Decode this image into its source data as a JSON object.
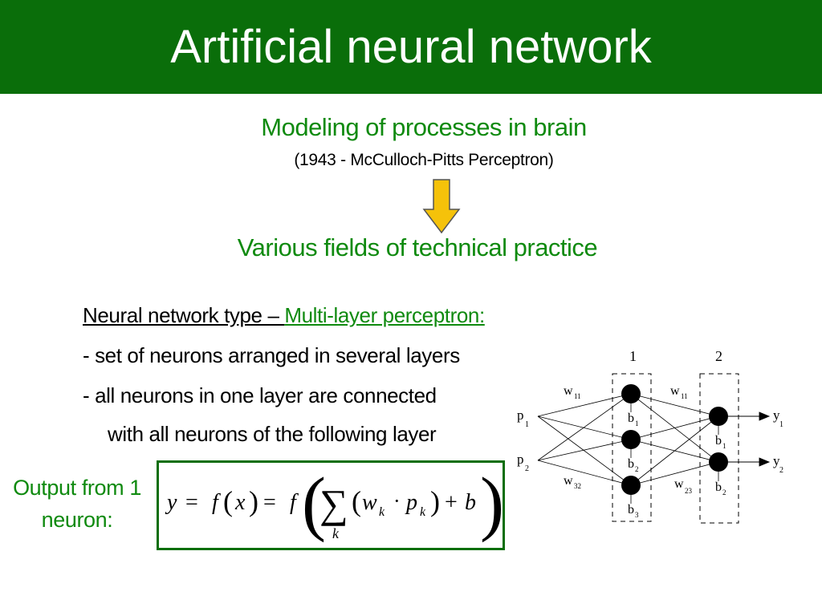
{
  "header": {
    "title": "Artificial neural network"
  },
  "intro": {
    "heading": "Modeling of processes in brain",
    "caption": "(1943 - McCulloch-Pitts Perceptron)",
    "result": "Various fields of technical practice"
  },
  "colors": {
    "title_bar": "#0a6e0a",
    "accent_green": "#0f8a0f",
    "arrow_fill": "#f5c20a"
  },
  "network_type": {
    "label": "Neural network type – ",
    "value": "Multi-layer perceptron:"
  },
  "bullets": [
    "- set of neurons arranged in several layers",
    "- all neurons in one layer are connected",
    "with all neurons of the following layer"
  ],
  "output_label": [
    "Output from 1",
    "neuron:"
  ],
  "formula": {
    "y": "y",
    "eq1": "=",
    "f1": "f",
    "x": "x",
    "eq2": "=",
    "f2": "f",
    "sum": "∑",
    "sum_index": "k",
    "w": "w",
    "w_sub": "k",
    "dot": "·",
    "p": "p",
    "p_sub": "k",
    "plus": "+",
    "b": "b"
  },
  "diagram": {
    "layer_labels": [
      "1",
      "2"
    ],
    "inputs": [
      {
        "main": "p",
        "sub": "1"
      },
      {
        "main": "p",
        "sub": "2"
      }
    ],
    "outputs": [
      {
        "main": "y",
        "sub": "1"
      },
      {
        "main": "y",
        "sub": "2"
      }
    ],
    "weights": [
      {
        "main": "w",
        "sub": "11"
      },
      {
        "main": "w",
        "sub": "32"
      },
      {
        "main": "w",
        "sub": "11"
      },
      {
        "main": "w",
        "sub": "23"
      }
    ],
    "biases_layer1": [
      {
        "main": "b",
        "sub": "1"
      },
      {
        "main": "b",
        "sub": "2"
      },
      {
        "main": "b",
        "sub": "3"
      }
    ],
    "biases_layer2": [
      {
        "main": "b",
        "sub": "1"
      },
      {
        "main": "b",
        "sub": "2"
      }
    ]
  }
}
